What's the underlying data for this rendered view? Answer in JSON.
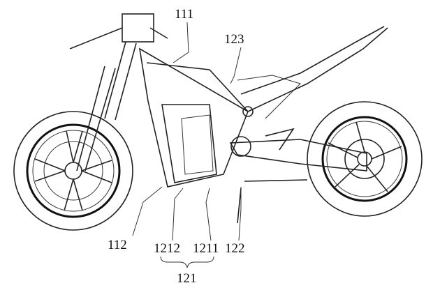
{
  "figure": {
    "subject": "motorcycle-frame-patent-drawing",
    "labels": {
      "l111": "111",
      "l123": "123",
      "l112": "112",
      "l1212": "1212",
      "l1211": "1211",
      "l122": "122",
      "l121": "121"
    },
    "ink_color": "#111111",
    "background": "#ffffff"
  }
}
